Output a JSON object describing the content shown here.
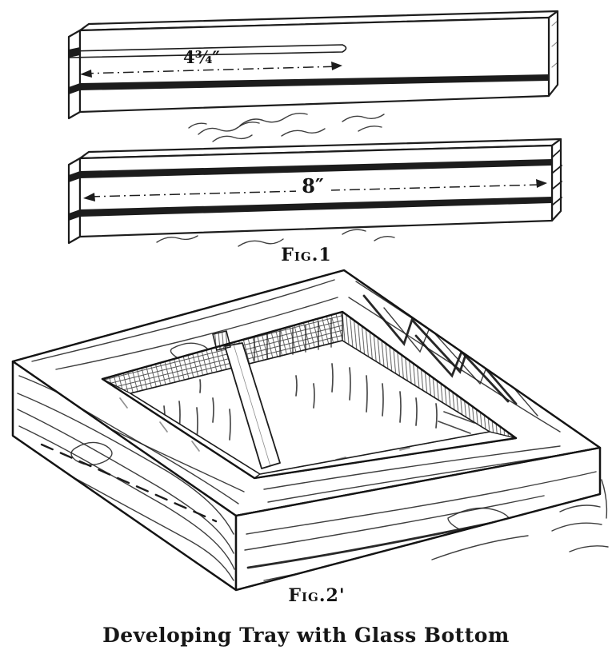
{
  "illustration": {
    "title": "Developing Tray with Glass Bottom",
    "figure1": {
      "label": "Fig.1",
      "top_strip_dimension": "4¾″",
      "bottom_strip_dimension": "8″"
    },
    "figure2": {
      "label": "Fig.2'"
    }
  },
  "colors": {
    "ink": "#1c1c1c",
    "paper": "#ffffff"
  }
}
